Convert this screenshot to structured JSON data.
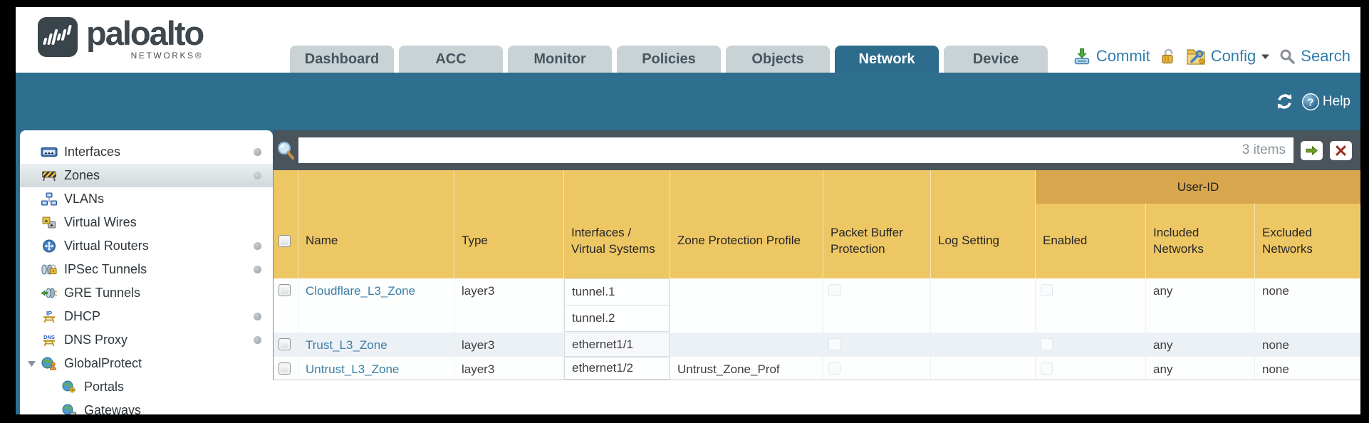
{
  "brand": {
    "name": "paloalto",
    "subtitle": "NETWORKS®"
  },
  "tabs": [
    {
      "label": "Dashboard",
      "active": false
    },
    {
      "label": "ACC",
      "active": false
    },
    {
      "label": "Monitor",
      "active": false
    },
    {
      "label": "Policies",
      "active": false
    },
    {
      "label": "Objects",
      "active": false
    },
    {
      "label": "Network",
      "active": true
    },
    {
      "label": "Device",
      "active": false
    }
  ],
  "header_actions": {
    "commit": "Commit",
    "config": "Config",
    "search": "Search"
  },
  "teal_toolbar": {
    "help": "Help"
  },
  "sidebar": {
    "items": [
      {
        "label": "Interfaces",
        "icon": "interfaces-icon",
        "dot": true,
        "selected": false
      },
      {
        "label": "Zones",
        "icon": "zones-icon",
        "dot": true,
        "selected": true
      },
      {
        "label": "VLANs",
        "icon": "vlans-icon",
        "dot": false,
        "selected": false
      },
      {
        "label": "Virtual Wires",
        "icon": "virtual-wires-icon",
        "dot": false,
        "selected": false
      },
      {
        "label": "Virtual Routers",
        "icon": "virtual-routers-icon",
        "dot": true,
        "selected": false
      },
      {
        "label": "IPSec Tunnels",
        "icon": "ipsec-tunnels-icon",
        "dot": true,
        "selected": false
      },
      {
        "label": "GRE Tunnels",
        "icon": "gre-tunnels-icon",
        "dot": false,
        "selected": false
      },
      {
        "label": "DHCP",
        "icon": "dhcp-icon",
        "dot": true,
        "selected": false
      },
      {
        "label": "DNS Proxy",
        "icon": "dns-proxy-icon",
        "dot": true,
        "selected": false
      },
      {
        "label": "GlobalProtect",
        "icon": "globalprotect-icon",
        "dot": false,
        "selected": false,
        "expanded": true
      },
      {
        "label": "Portals",
        "icon": "portals-icon",
        "dot": false,
        "selected": false,
        "child": true
      },
      {
        "label": "Gateways",
        "icon": "gateways-icon",
        "dot": false,
        "selected": false,
        "child": true
      }
    ]
  },
  "filter_bar": {
    "value": "",
    "count": "3 items"
  },
  "table": {
    "group_header": "User-ID",
    "columns": [
      "Name",
      "Type",
      "Interfaces / Virtual Systems",
      "Zone Protection Profile",
      "Packet Buffer Protection",
      "Log Setting",
      "Enabled",
      "Included Networks",
      "Excluded Networks"
    ],
    "rows": [
      {
        "name": "Cloudflare_L3_Zone",
        "type": "layer3",
        "interfaces": [
          "tunnel.1",
          "tunnel.2"
        ],
        "zone_protection_profile": "",
        "packet_buffer_protection": false,
        "log_setting": "",
        "enabled": false,
        "included_networks": "any",
        "excluded_networks": "none"
      },
      {
        "name": "Trust_L3_Zone",
        "type": "layer3",
        "interfaces": [
          "ethernet1/1"
        ],
        "zone_protection_profile": "",
        "packet_buffer_protection": false,
        "log_setting": "",
        "enabled": false,
        "included_networks": "any",
        "excluded_networks": "none"
      },
      {
        "name": "Untrust_L3_Zone",
        "type": "layer3",
        "interfaces": [
          "ethernet1/2"
        ],
        "zone_protection_profile": "Untrust_Zone_Prof",
        "packet_buffer_protection": false,
        "log_setting": "",
        "enabled": false,
        "included_networks": "any",
        "excluded_networks": "none"
      }
    ]
  },
  "icons": {
    "dhcp_badge": "IP",
    "dns_badge": "DNS",
    "help_glyph": "?"
  },
  "colors": {
    "header_teal": "#2e6e8e",
    "table_header_amber": "#eec765",
    "user_id_band": "#d8a64c",
    "filter_strip": "#4a545c",
    "link_blue": "#3b7da2",
    "inactive_tab": "#c9d2d5",
    "action_blue": "#2f7dab"
  }
}
